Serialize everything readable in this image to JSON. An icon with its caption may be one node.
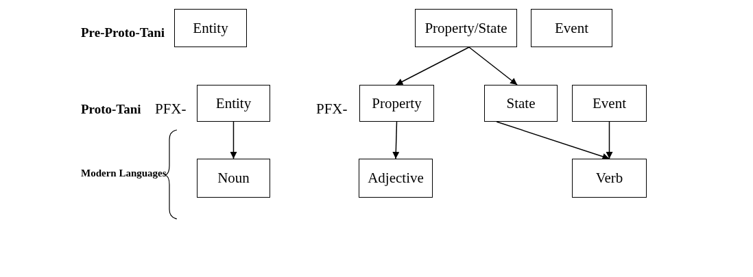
{
  "diagram": {
    "nodes": [
      {
        "text": [
          "Entity"
        ]
      },
      {
        "text": [
          "Property/State"
        ]
      },
      {
        "text": [
          "Event"
        ]
      },
      {
        "text": [
          "Entity"
        ],
        "beside": [
          "PFX-"
        ]
      },
      {
        "text": [
          "Property"
        ],
        "beside": [
          "PFX-"
        ]
      },
      {
        "text": [
          "State"
        ]
      },
      {
        "text": [
          "Event"
        ]
      },
      {
        "text": [
          "Noun"
        ]
      },
      {
        "text": [
          "Adjective"
        ]
      },
      {
        "text": [
          "Verb"
        ]
      }
    ],
    "edges": [
      {
        "from": 1,
        "to": 4,
        "arrow": "to"
      },
      {
        "from": 1,
        "to": 5,
        "arrow": "to"
      },
      {
        "from": 3,
        "to": 7,
        "arrow": "to"
      },
      {
        "from": 4,
        "to": 8,
        "arrow": "to"
      },
      {
        "from": 5,
        "to": 9,
        "arrow": "to"
      },
      {
        "from": 6,
        "to": 9,
        "arrow": "to"
      }
    ],
    "labels": [
      "Pre-Proto-Tani",
      "Proto-Tani",
      "Modern Languages"
    ]
  }
}
